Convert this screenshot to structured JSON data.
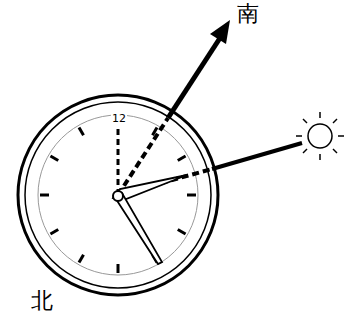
{
  "diagram": {
    "labels": [
      "南",
      "12",
      "北"
    ]
  }
}
